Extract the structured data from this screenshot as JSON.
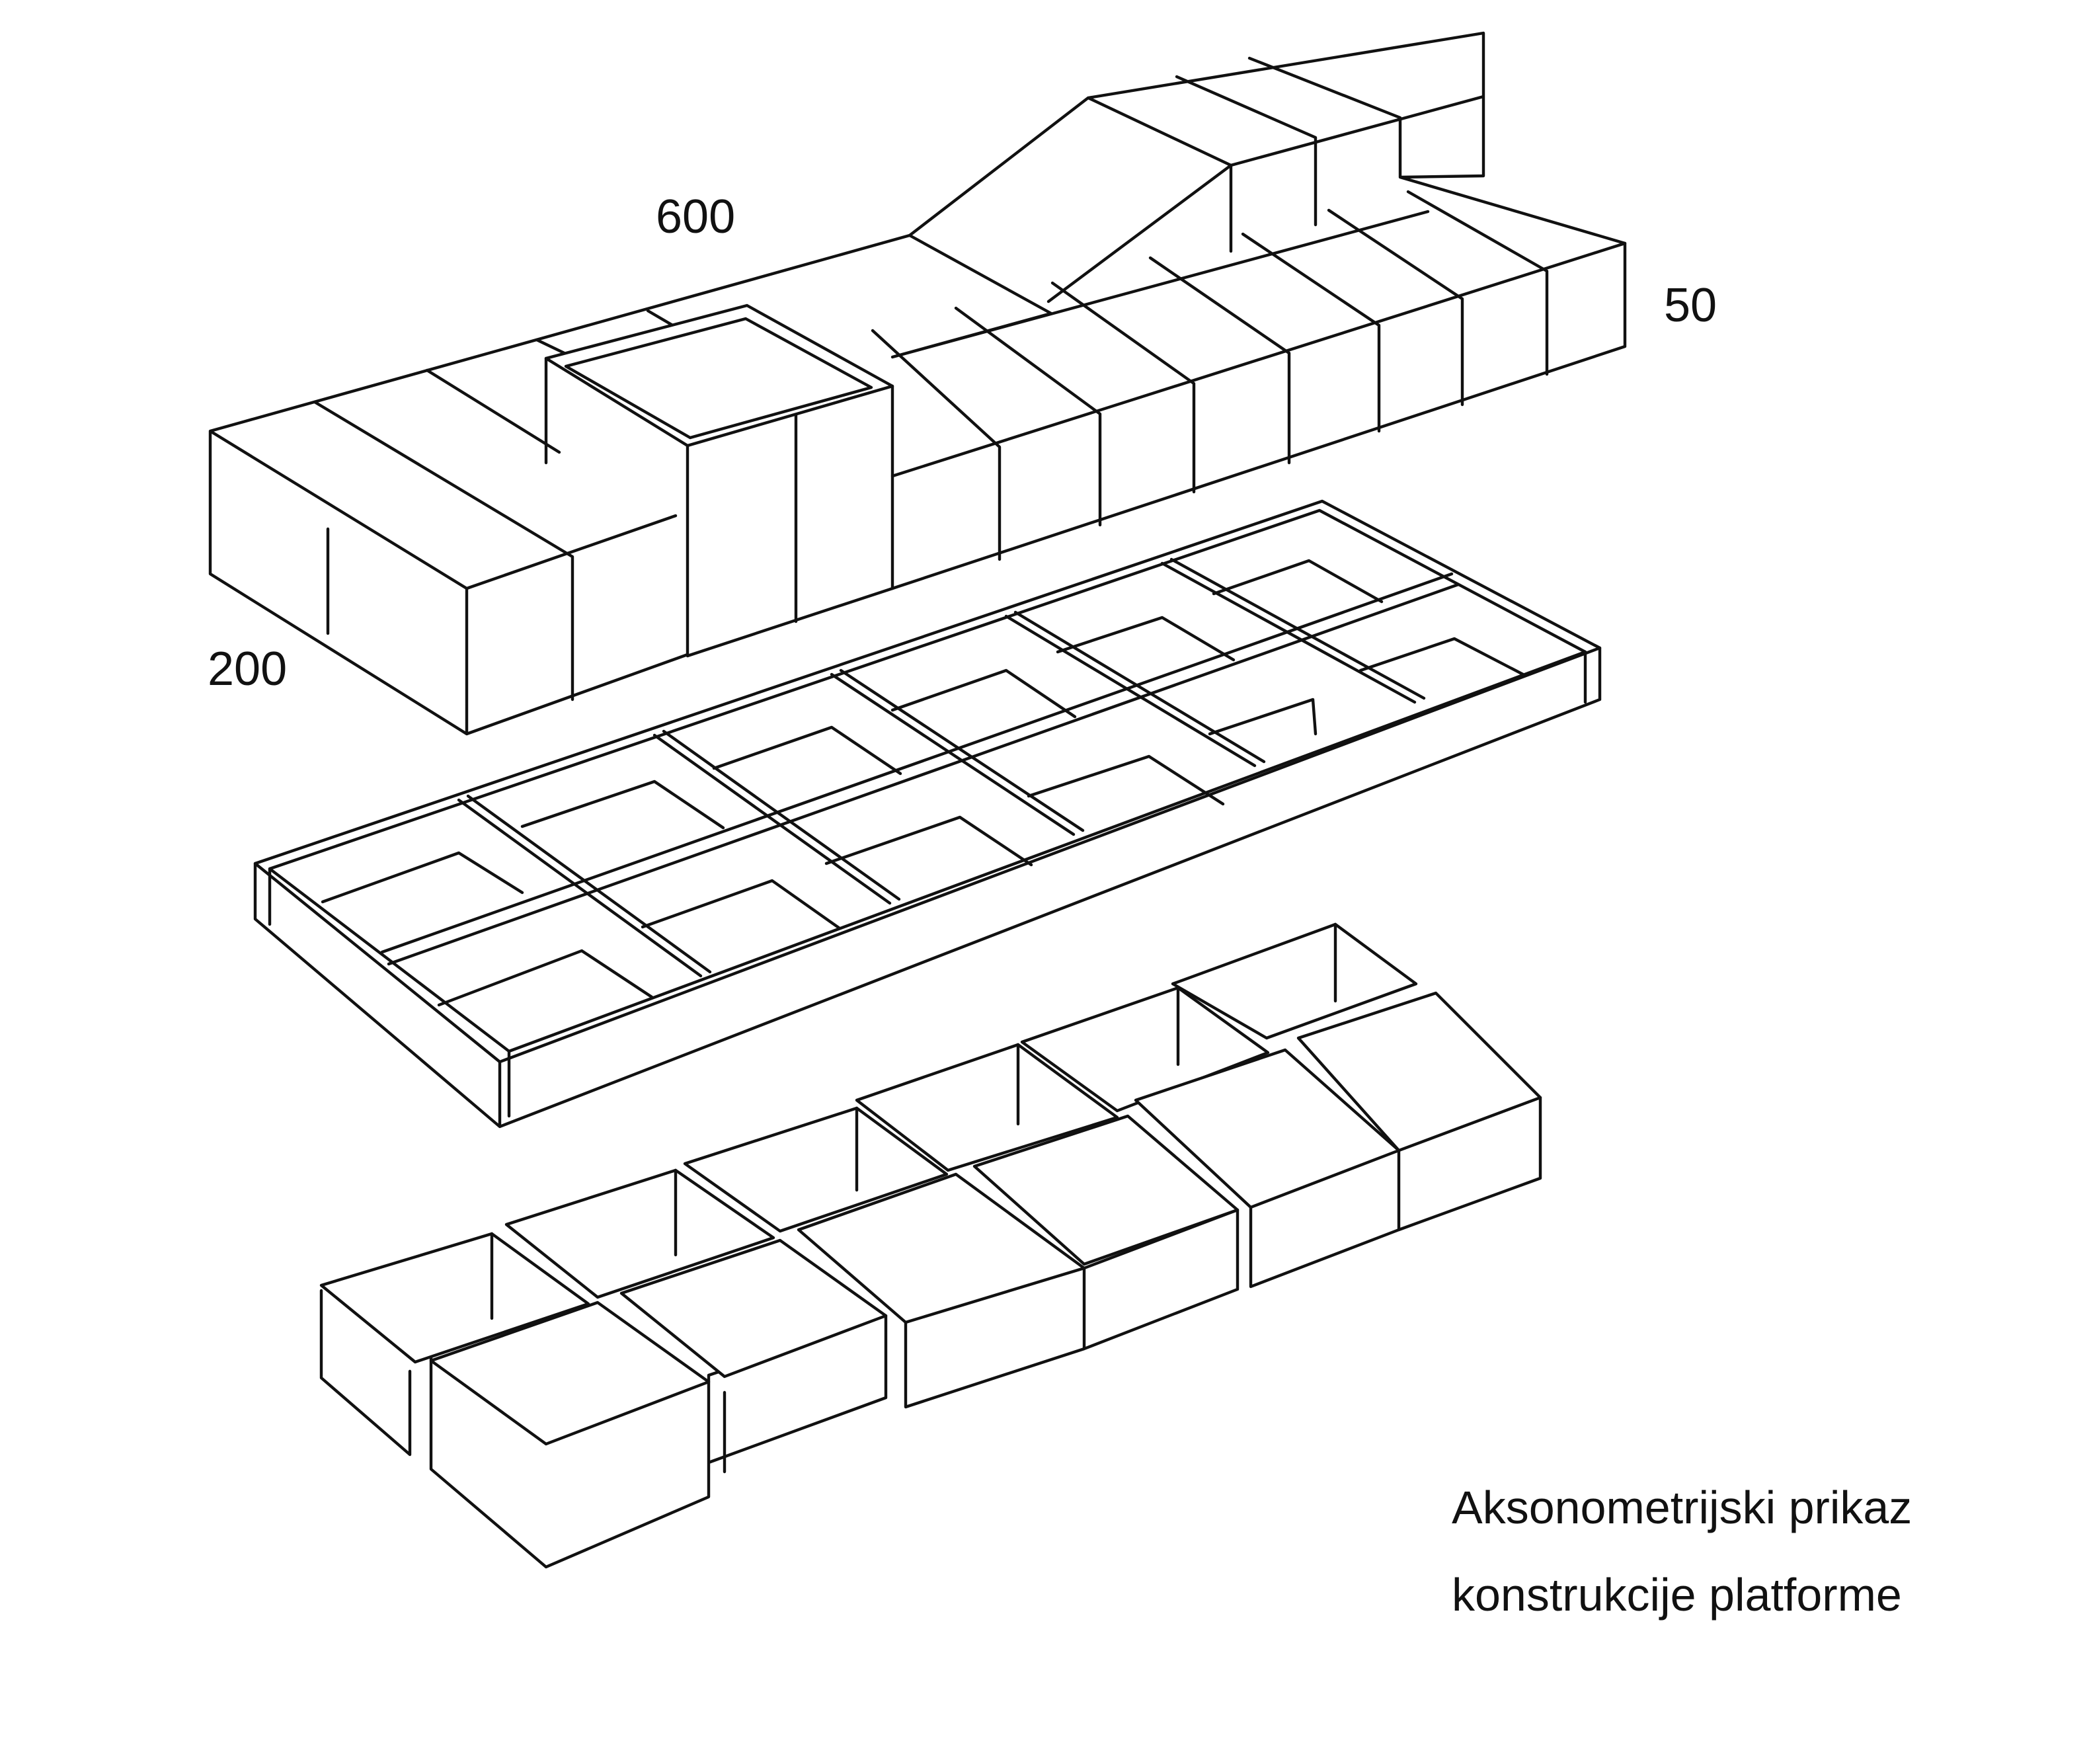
{
  "dimensions": {
    "length": "600",
    "width": "200",
    "height": "50"
  },
  "caption": {
    "line1": "Aksonometrijski prikaz",
    "line2": "konstrukcije platforme"
  },
  "components": {
    "top_modules": "top-layer-modules",
    "frame": "support-frame-grid",
    "blocks": "base-block-modules"
  },
  "colors": {
    "line": "#111111",
    "background": "#ffffff"
  }
}
